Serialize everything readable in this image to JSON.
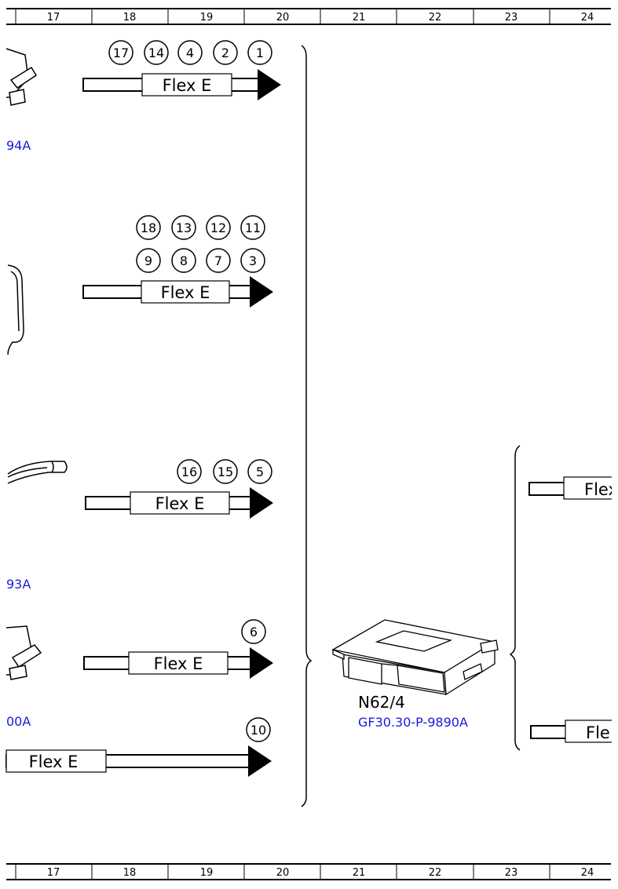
{
  "ruler": {
    "columns": [
      "17",
      "18",
      "19",
      "20",
      "21",
      "22",
      "23",
      "24"
    ]
  },
  "connectors": [
    {
      "label": "Flex E",
      "circles": [
        "17",
        "14",
        "4",
        "2",
        "1"
      ]
    },
    {
      "label": "Flex E",
      "circles": [
        "18",
        "13",
        "12",
        "11",
        "9",
        "8",
        "7",
        "3"
      ]
    },
    {
      "label": "Flex E",
      "circles": [
        "16",
        "15",
        "5"
      ]
    },
    {
      "label": "Flex E",
      "circles": [
        "6"
      ]
    },
    {
      "label": "Flex E",
      "circles": [
        "10"
      ]
    }
  ],
  "left_refs": [
    "94A",
    "93A",
    "00A"
  ],
  "module": {
    "name": "N62/4",
    "ref": "GF30.30-P-9890A"
  },
  "right_connectors": [
    "Flex",
    "Fle"
  ]
}
